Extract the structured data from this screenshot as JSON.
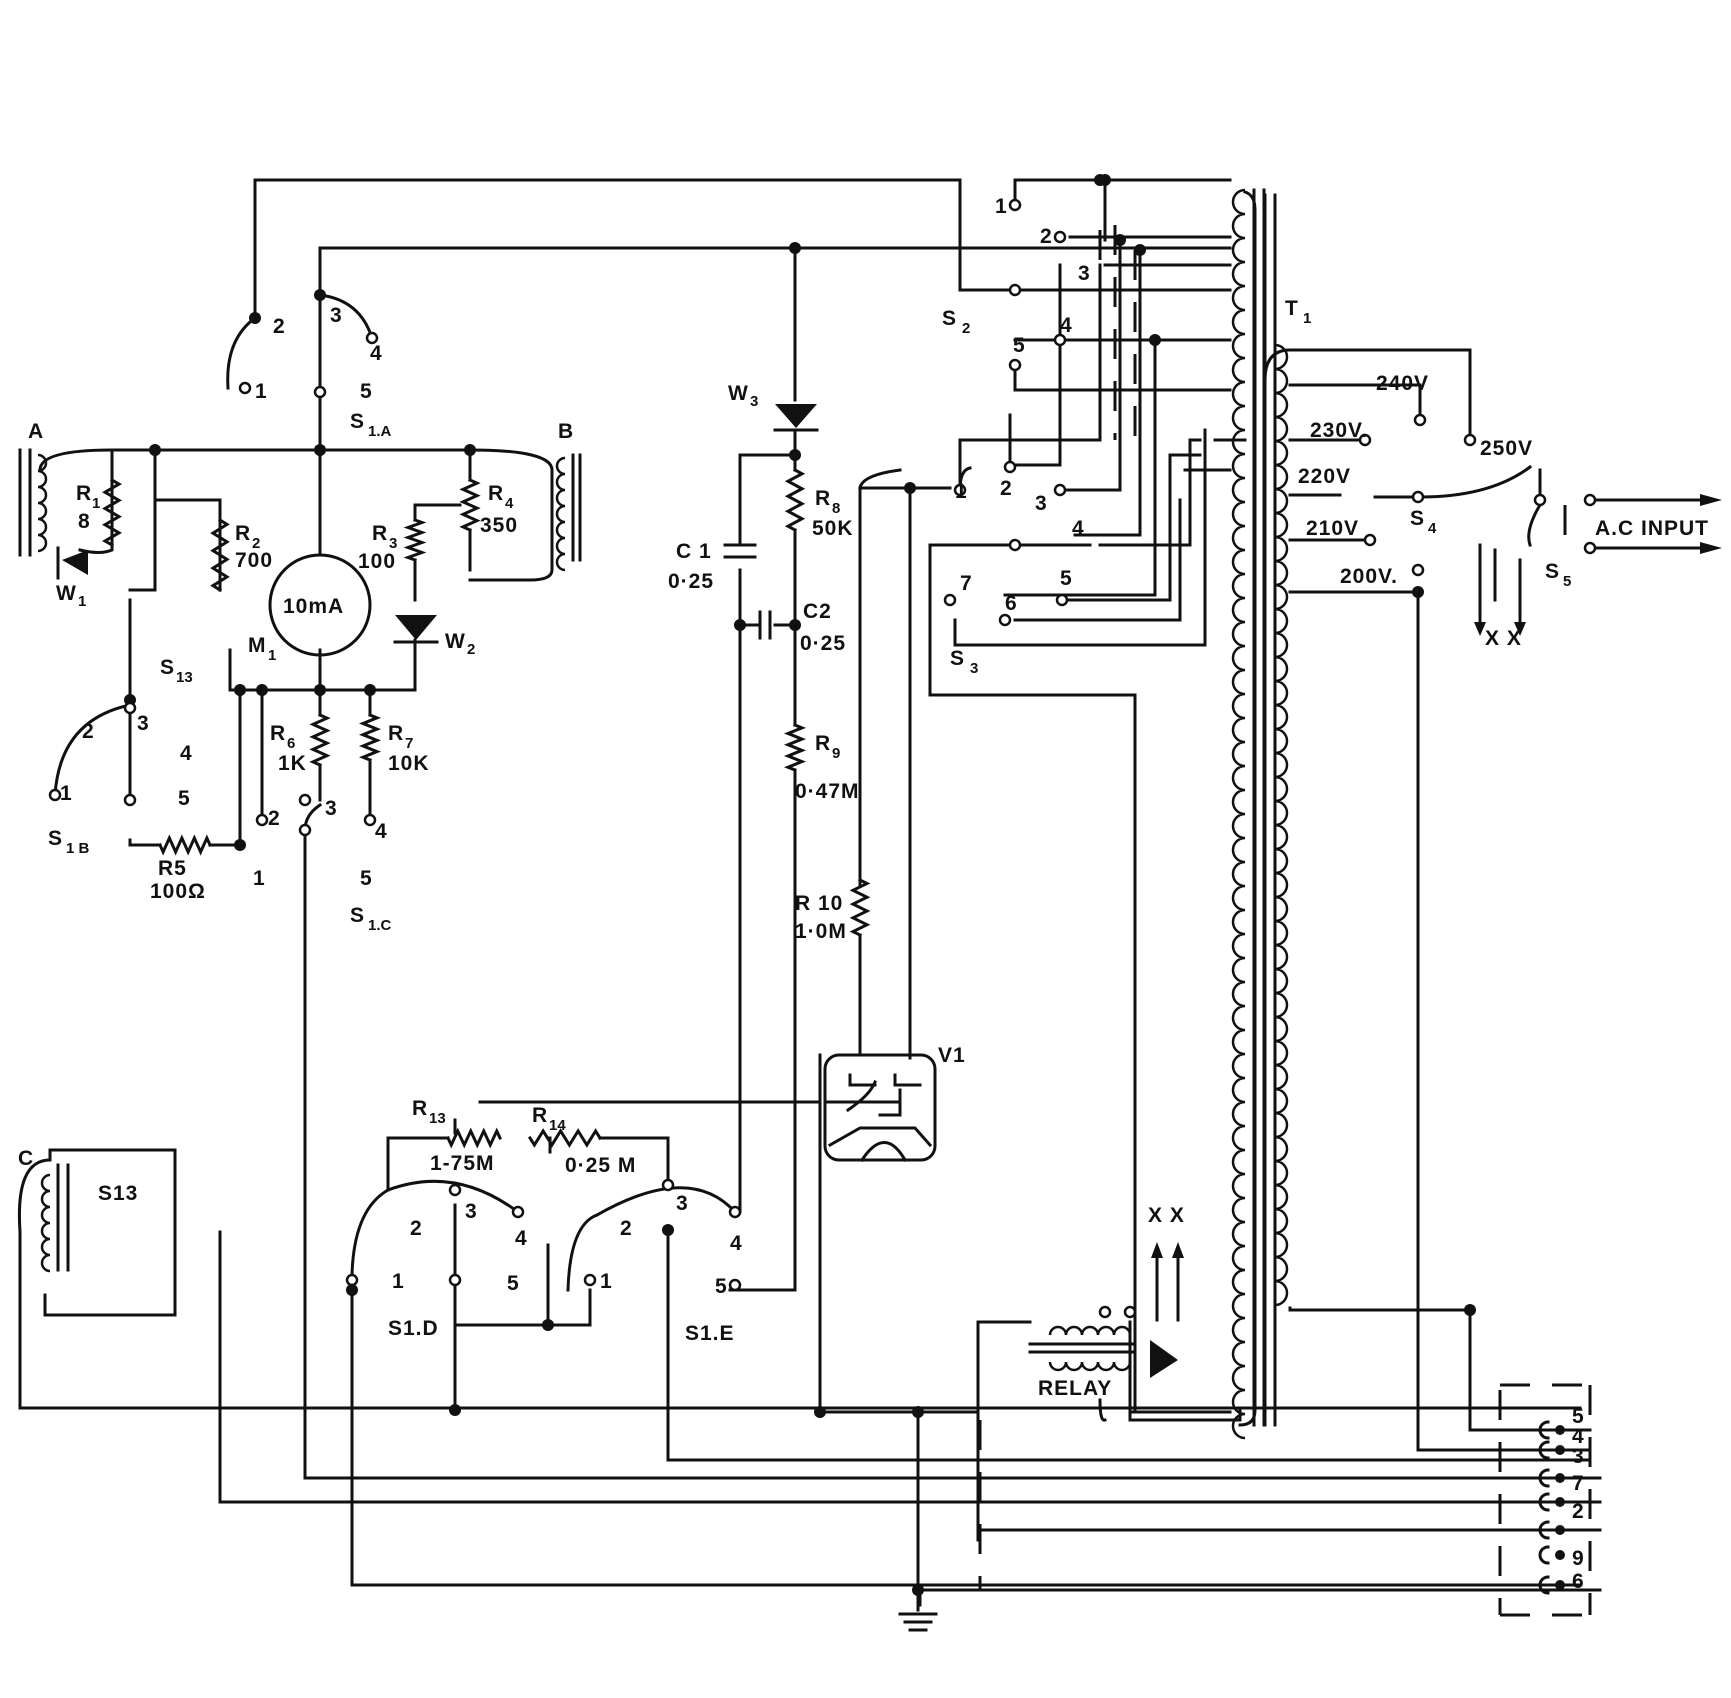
{
  "labels": {
    "A": "A",
    "B": "B",
    "C": "C",
    "R1": "R",
    "R1_sub": "1",
    "R1_val": "8",
    "R2": "R",
    "R2_sub": "2",
    "R2_val": "700",
    "R3": "R",
    "R3_sub": "3",
    "R3_val": "100",
    "R4": "R",
    "R4_sub": "4",
    "R4_val": "350",
    "R5": "R5",
    "R5_val": "100Ω",
    "R6": "R",
    "R6_sub": "6",
    "R6_val": "1K",
    "R7": "R",
    "R7_sub": "7",
    "R7_val": "10K",
    "R8": "R",
    "R8_sub": "8",
    "R8_val": "50K",
    "R9": "R",
    "R9_sub": "9",
    "R9_val": "0·47M",
    "R10": "R 10",
    "R10_val": "1·0M",
    "R13": "R",
    "R13_sub": "13",
    "R13_val": "1-75M",
    "R14": "R",
    "R14_sub": "14",
    "R14_val": "0·25 M",
    "C1": "C 1",
    "C1_val": "0·25",
    "C2": "C2",
    "C2_val": "0·25",
    "W1": "W",
    "W1_sub": "1",
    "W2": "W",
    "W2_sub": "2",
    "W3": "W",
    "W3_sub": "3",
    "M1": "M",
    "M1_sub": "1",
    "meter": "10mA",
    "S13": "S",
    "S13_sub": "13",
    "S13b": "S13",
    "S1A": "S",
    "S1A_sub": "1.A",
    "S1B": "S",
    "S1B_sub": "1 B",
    "S1C": "S",
    "S1C_sub": "1.C",
    "S1D": "S1.D",
    "S1E": "S1.E",
    "S2": "S",
    "S2_sub": "2",
    "S3": "S",
    "S3_sub": "3",
    "S4": "S",
    "S4_sub": "4",
    "S5": "S",
    "S5_sub": "5",
    "T1": "T",
    "T1_sub": "1",
    "V1": "V1",
    "relay": "RELAY",
    "xx": "X X",
    "v240": "240V",
    "v230": "230V.",
    "v220": "220V",
    "v210": "210V",
    "v200": "200V.",
    "v250": "250V",
    "ac_input": "A.C  INPUT",
    "n1": "1",
    "n2": "2",
    "n3": "3",
    "n4": "4",
    "n5": "5",
    "n6": "6",
    "n7": "7",
    "n9": "9"
  }
}
